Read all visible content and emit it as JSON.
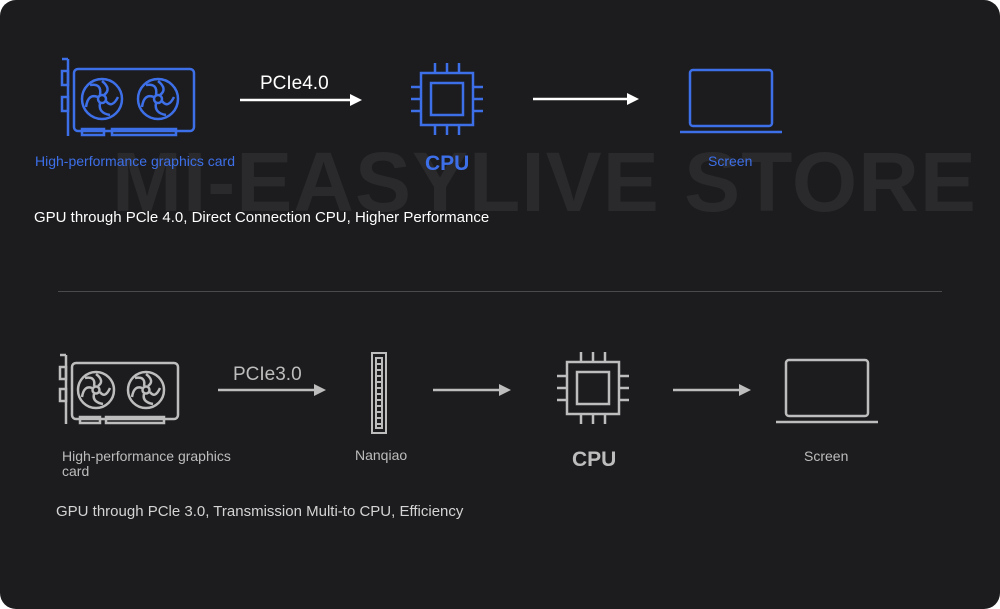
{
  "watermark": "MI-EASYLIVE STORE",
  "colors": {
    "background": "#1c1c1e",
    "accent": "#3d6fe8",
    "grey": "#bdbdbd",
    "white": "#ffffff"
  },
  "top_flow": {
    "gpu_icon": "graphics-card-icon",
    "gpu_label": "High-performance graphics card",
    "link_label": "PCIe4.0",
    "cpu_icon": "cpu-chip-icon",
    "cpu_label": "CPU",
    "screen_icon": "laptop-icon",
    "screen_label": "Screen",
    "caption": "GPU through PCle 4.0, Direct Connection CPU, Higher Performance"
  },
  "bottom_flow": {
    "gpu_icon": "graphics-card-icon",
    "gpu_label_line1": "High-performance graphics",
    "gpu_label_line2": "card",
    "link_label": "PCIe3.0",
    "bridge_icon": "bridge-chip-icon",
    "bridge_label": "Nanqiao",
    "cpu_icon": "cpu-chip-icon",
    "cpu_label": "CPU",
    "screen_icon": "laptop-icon",
    "screen_label": "Screen",
    "caption": "GPU through PCle 3.0, Transmission Multi-to CPU, Efficiency"
  }
}
